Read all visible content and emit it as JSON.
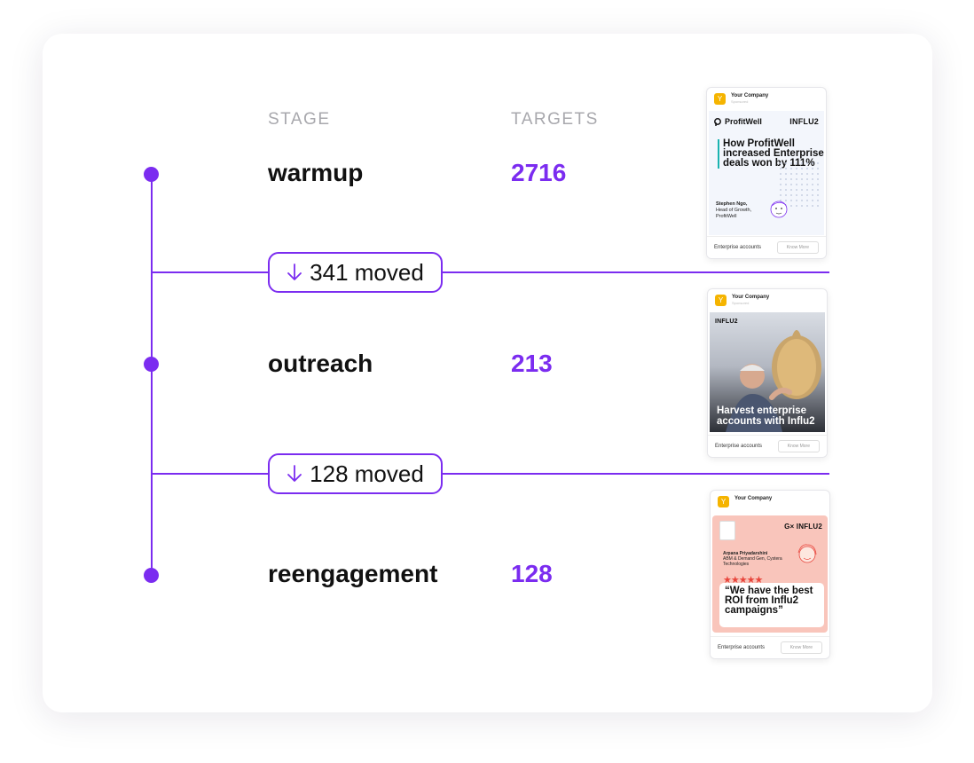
{
  "columns": {
    "stage": "STAGE",
    "targets": "TARGETS"
  },
  "stages": [
    {
      "name": "warmup",
      "targets": "2716"
    },
    {
      "name": "outreach",
      "targets": "213"
    },
    {
      "name": "reengagement",
      "targets": "128"
    }
  ],
  "transitions": [
    {
      "label": "341 moved"
    },
    {
      "label": "128 moved"
    }
  ],
  "ads": [
    {
      "company": "Your Company",
      "sublabel": "Sponsored",
      "brand_left": "ProfitWell",
      "brand_right": "INFLU2",
      "headline": "How ProfitWell increased Enterprise deals won by 111%",
      "person_name": "Stephen Ngo,",
      "person_title": "Head of Growth, ProfitWell",
      "footer_label": "Enterprise accounts",
      "footer_button": "Know More"
    },
    {
      "company": "Your Company",
      "sublabel": "Sponsored",
      "brand": "INFLU2",
      "headline": "Harvest enterprise accounts with Influ2",
      "footer_label": "Enterprise accounts",
      "footer_button": "Know More"
    },
    {
      "company": "Your Company",
      "brand": "G× INFLU2",
      "person_name": "Arpana Priyadarshini",
      "person_title": "ABM & Demand Gen, Cystera Technologies",
      "stars": "★★★★★",
      "quote": "“We have the best ROI from Influ2 campaigns”",
      "footer_label": "Enterprise accounts",
      "footer_button": "Know More"
    }
  ],
  "colors": {
    "accent": "#7b2cf0",
    "text": "#111111",
    "muted": "#a8a8ad"
  },
  "icons": {
    "transition": "arrow-down-icon",
    "ad_logo": "company-logo-icon"
  }
}
